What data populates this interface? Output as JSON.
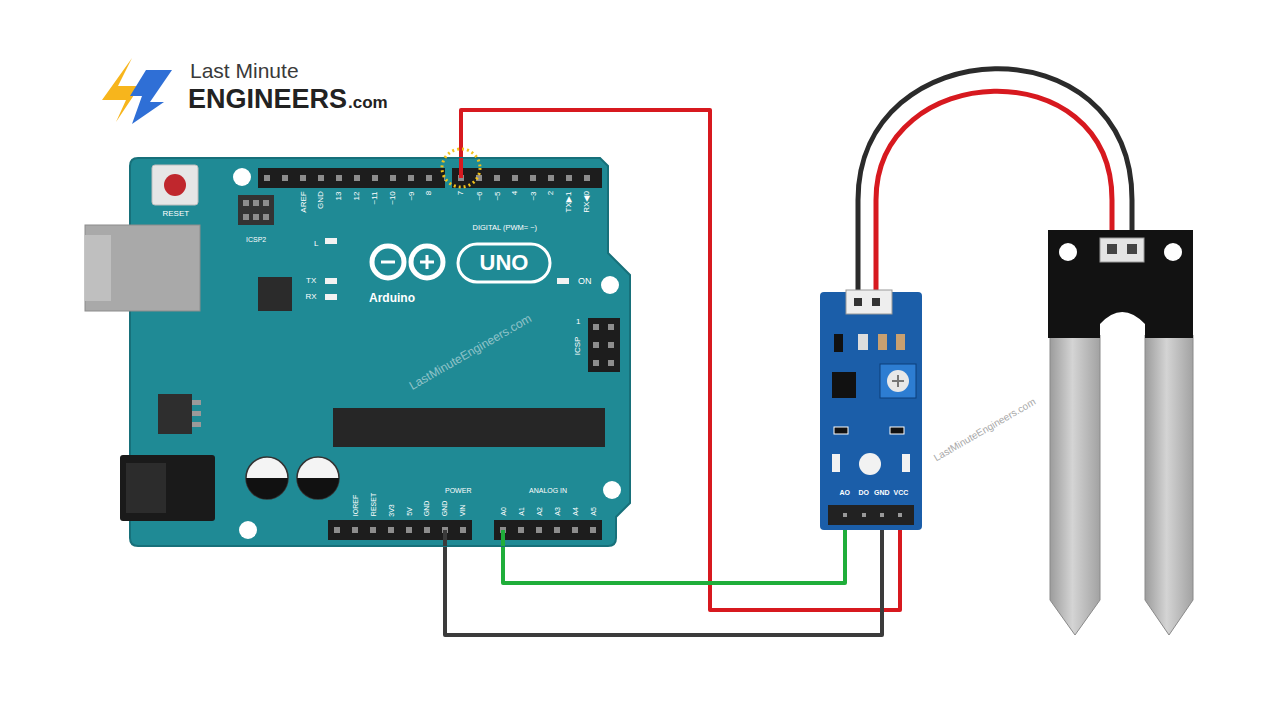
{
  "diagram": {
    "nodes": [
      {
        "text": [
          "Arduino",
          "UNO"
        ]
      },
      {
        "text": [
          "AO",
          "DO",
          "GND",
          "VCC"
        ]
      }
    ],
    "edges": [
      {
        "from": 0,
        "to": 1,
        "arrow": "none"
      },
      {
        "from": 0,
        "to": 1,
        "arrow": "none"
      },
      {
        "from": 0,
        "to": 1,
        "arrow": "none"
      }
    ],
    "labels": [
      "Last Minute",
      "ENGINEERS",
      ".com",
      "RESET",
      "ICSP2",
      "AREF",
      "GND",
      "13",
      "12",
      "~11",
      "~10",
      "~9",
      "8",
      "7",
      "~6",
      "~5",
      "4",
      "~3",
      "2",
      "TX▶1",
      "RX◀0",
      "DIGITAL (PWM= ~)",
      "L",
      "TX",
      "RX",
      "ON",
      "1",
      "ICSP",
      "IOREF",
      "RESET",
      "3V3",
      "5V",
      "GND",
      "GND",
      "VIN",
      "POWER",
      "A0",
      "A1",
      "A2",
      "A3",
      "A4",
      "A5",
      "ANALOG IN",
      "LastMinuteEngineers.com",
      "LastMinuteEngineers.com"
    ]
  }
}
